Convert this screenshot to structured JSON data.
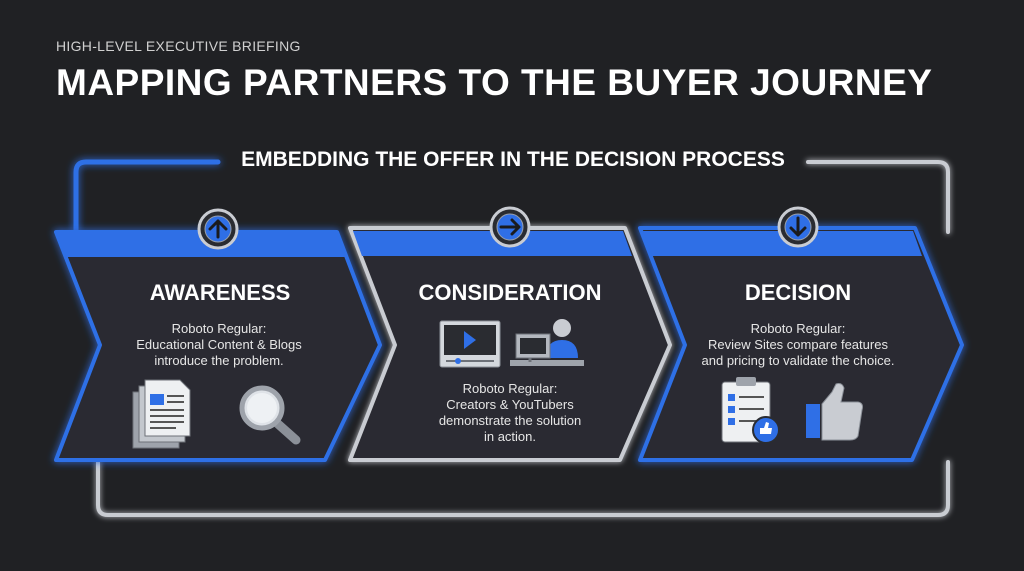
{
  "header": {
    "eyebrow": "HIGH-LEVEL EXECUTIVE BRIEFING",
    "title": "MAPPING PARTNERS TO THE BUYER JOURNEY"
  },
  "frame": {
    "subtitle": "EMBEDDING THE OFFER IN THE DECISION PROCESS"
  },
  "stages": [
    {
      "title": "AWARENESS",
      "badge_icon": "arrow-up-icon",
      "body": [
        "Roboto Regular:",
        "Educational Content & Blogs",
        "introduce the problem."
      ],
      "icons": [
        "document-icon",
        "magnifier-icon"
      ]
    },
    {
      "title": "CONSIDERATION",
      "badge_icon": "arrow-right-icon",
      "body": [
        "Roboto Regular:",
        "Creators & YouTubers",
        "demonstrate the solution",
        "in action."
      ],
      "icons": [
        "video-player-icon",
        "creator-at-desk-icon"
      ]
    },
    {
      "title": "DECISION",
      "badge_icon": "arrow-down-icon",
      "body": [
        "Roboto Regular:",
        "Review Sites compare features",
        "and pricing to validate the choice."
      ],
      "icons": [
        "checklist-icon",
        "thumbs-up-icon"
      ]
    }
  ],
  "colors": {
    "accent_blue": "#2f6fe6",
    "outline_grey": "#c9ccd2",
    "panel": "#2a2c31",
    "background": "#202124"
  }
}
